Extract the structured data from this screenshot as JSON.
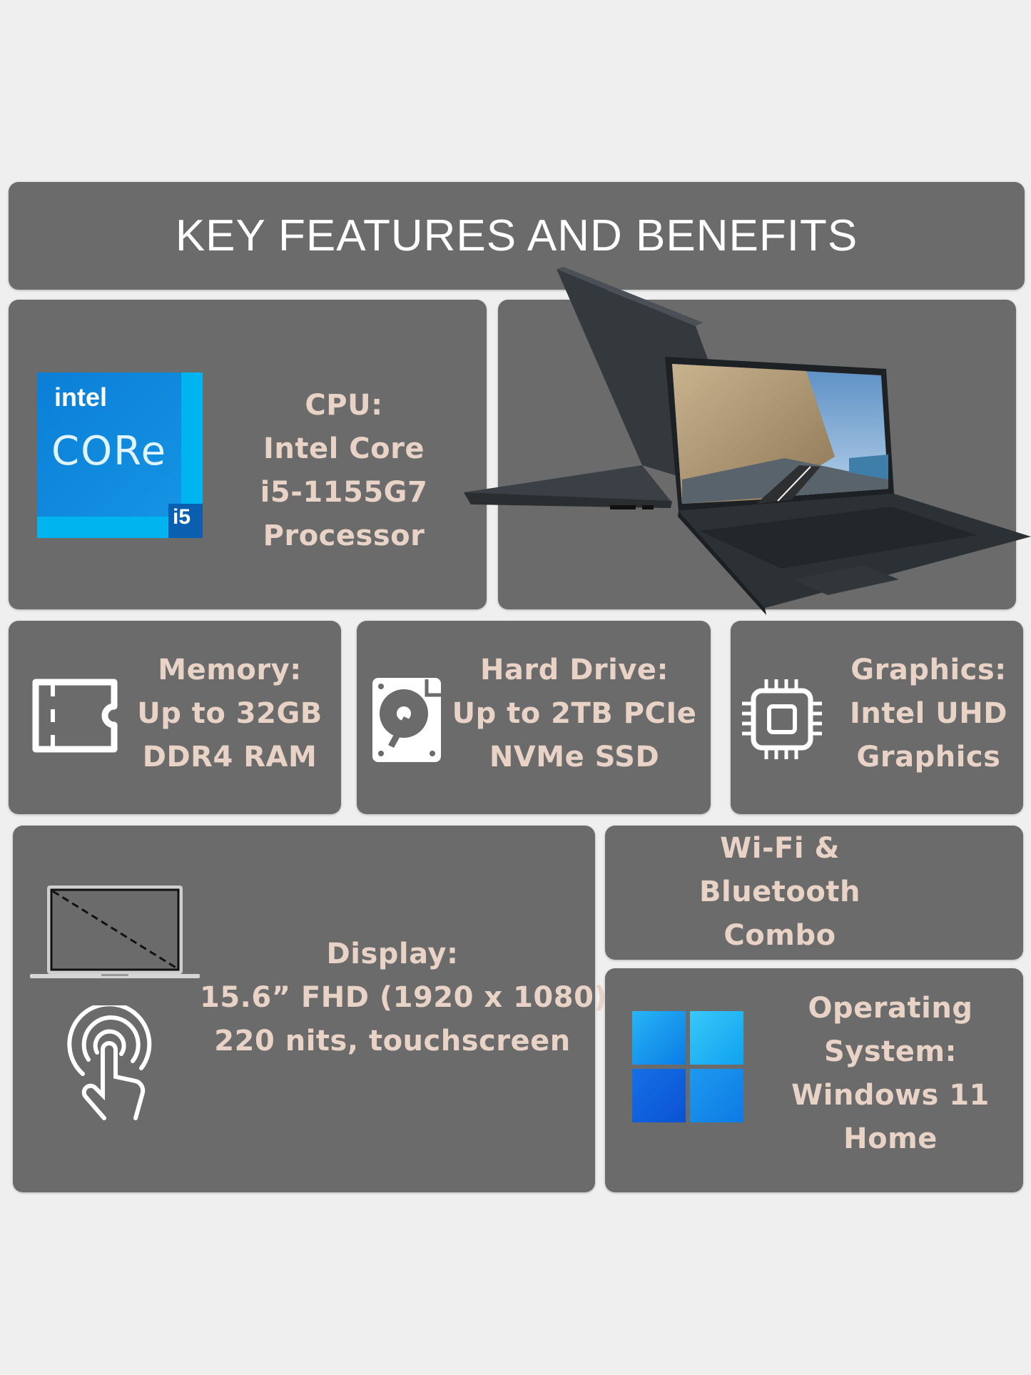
{
  "header": {
    "title": "KEY FEATURES AND BENEFITS"
  },
  "cpu": {
    "logo": {
      "brand": "intel",
      "product": "CORe",
      "tier": "i5"
    },
    "lines": [
      "CPU:",
      "Intel Core",
      "i5-1155G7",
      "Processor"
    ]
  },
  "memory": {
    "lines": [
      "Memory:",
      "Up to 32GB",
      "DDR4 RAM"
    ]
  },
  "storage": {
    "lines": [
      "Hard Drive:",
      "Up to 2TB PCIe",
      "NVMe SSD"
    ]
  },
  "graphics": {
    "lines": [
      "Graphics:",
      "Intel UHD",
      "Graphics"
    ]
  },
  "display": {
    "lines": [
      "Display:",
      "15.6” FHD (1920 x 1080),",
      "220 nits, touchscreen"
    ]
  },
  "wireless": {
    "lines": [
      "Wi-Fi &",
      "Bluetooth",
      "Combo"
    ]
  },
  "os": {
    "lines": [
      "Operating",
      "System:",
      "Windows 11",
      "Home"
    ]
  },
  "colors": {
    "background": "#efefef",
    "panel": "#6b6b6b",
    "feature_text": "#e8d3c6",
    "title_text": "#ffffff",
    "intel_blue": "#0a8ad8",
    "windows_blue": "#1aa3f0"
  },
  "icons": [
    "intel-core-i5-logo",
    "laptop-image",
    "memory-card-icon",
    "hard-drive-icon",
    "chip-icon",
    "laptop-outline-icon",
    "touch-hand-icon",
    "windows-logo-icon"
  ]
}
